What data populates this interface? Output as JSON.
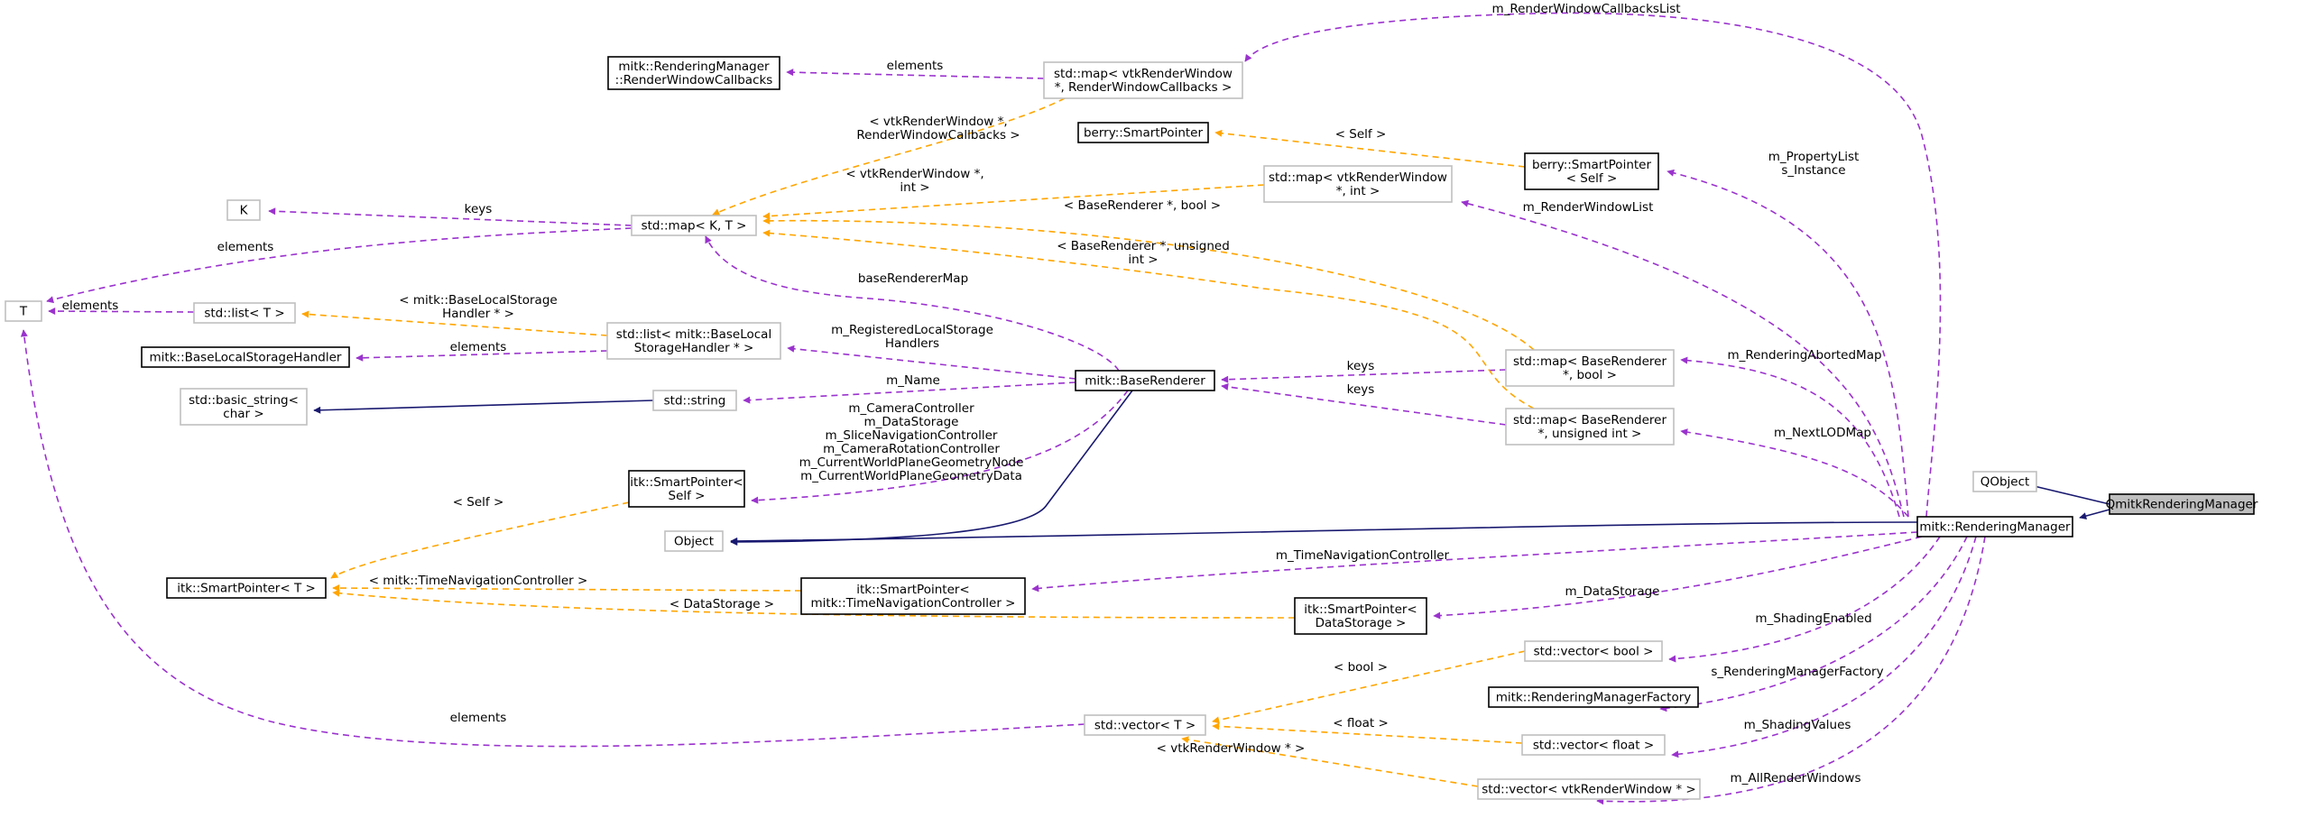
{
  "colors": {
    "usage_edge": "#9a32cd",
    "template_edge": "#ffa500",
    "inheritance_edge": "#191970",
    "highlight_fill": "#bfbfbf",
    "gray_border": "#bfbfbf"
  },
  "nodes": {
    "qmitk": {
      "lines": [
        "QmitkRenderingManager"
      ],
      "style": "highlight"
    },
    "qobject": {
      "lines": [
        "QObject"
      ],
      "style": "gray"
    },
    "rm": {
      "lines": [
        "mitk::RenderingManager"
      ],
      "style": "solid"
    },
    "rwc": {
      "lines": [
        "mitk::RenderingManager",
        "::RenderWindowCallbacks"
      ],
      "style": "solid"
    },
    "map_rwc": {
      "lines": [
        "std::map< vtkRenderWindow",
        " *, RenderWindowCallbacks >"
      ],
      "style": "gray"
    },
    "berry_sp": {
      "lines": [
        "berry::SmartPointer"
      ],
      "style": "solid"
    },
    "berry_sp_self": {
      "lines": [
        "berry::SmartPointer",
        "< Self >"
      ],
      "style": "solid"
    },
    "k": {
      "lines": [
        "K"
      ],
      "style": "gray"
    },
    "map_kt": {
      "lines": [
        "std::map< K, T >"
      ],
      "style": "gray"
    },
    "map_rw_int": {
      "lines": [
        "std::map< vtkRenderWindow",
        " *, int >"
      ],
      "style": "gray"
    },
    "t": {
      "lines": [
        "T"
      ],
      "style": "gray"
    },
    "list_t": {
      "lines": [
        "std::list< T >"
      ],
      "style": "gray"
    },
    "list_bls": {
      "lines": [
        "std::list< mitk::BaseLocal",
        "StorageHandler * >"
      ],
      "style": "gray"
    },
    "blsh": {
      "lines": [
        "mitk::BaseLocalStorageHandler"
      ],
      "style": "solid"
    },
    "base_renderer": {
      "lines": [
        "mitk::BaseRenderer"
      ],
      "style": "solid"
    },
    "map_br_bool": {
      "lines": [
        "std::map< BaseRenderer",
        " *, bool >"
      ],
      "style": "gray"
    },
    "basic_string": {
      "lines": [
        "std::basic_string<",
        " char >"
      ],
      "style": "gray"
    },
    "std_string": {
      "lines": [
        "std::string"
      ],
      "style": "gray"
    },
    "map_br_uint": {
      "lines": [
        "std::map< BaseRenderer",
        " *, unsigned int >"
      ],
      "style": "gray"
    },
    "itk_sp_self": {
      "lines": [
        "itk::SmartPointer<",
        " Self >"
      ],
      "style": "solid"
    },
    "object": {
      "lines": [
        "Object"
      ],
      "style": "gray"
    },
    "itk_sp_t": {
      "lines": [
        "itk::SmartPointer< T >"
      ],
      "style": "solid"
    },
    "itk_sp_tnc": {
      "lines": [
        "itk::SmartPointer<",
        " mitk::TimeNavigationController >"
      ],
      "style": "solid"
    },
    "itk_sp_ds": {
      "lines": [
        "itk::SmartPointer<",
        "DataStorage >"
      ],
      "style": "solid"
    },
    "vec_bool": {
      "lines": [
        "std::vector< bool >"
      ],
      "style": "gray"
    },
    "rmf": {
      "lines": [
        "mitk::RenderingManagerFactory"
      ],
      "style": "solid"
    },
    "vec_t": {
      "lines": [
        "std::vector< T >"
      ],
      "style": "gray"
    },
    "vec_float": {
      "lines": [
        "std::vector< float >"
      ],
      "style": "gray"
    },
    "vec_rw": {
      "lines": [
        "std::vector< vtkRenderWindow * >"
      ],
      "style": "gray"
    }
  },
  "edge_labels": {
    "rw_callbacks_list": [
      "m_RenderWindowCallbacksList"
    ],
    "elements_rwc": [
      "elements"
    ],
    "tmpl_rwc": [
      "< vtkRenderWindow *,",
      "RenderWindowCallbacks >"
    ],
    "self_berry": [
      "< Self >"
    ],
    "property_list": [
      "m_PropertyList",
      "s_Instance"
    ],
    "keys_k": [
      "keys"
    ],
    "tmpl_rw_int": [
      "< vtkRenderWindow *,",
      "int >"
    ],
    "render_window_list": [
      "m_RenderWindowList"
    ],
    "tmpl_br_bool": [
      "< BaseRenderer *, bool >"
    ],
    "elements_t_map": [
      "elements"
    ],
    "base_renderer_map": [
      "baseRendererMap"
    ],
    "tmpl_br_uint": [
      "< BaseRenderer *, unsigned",
      "int >"
    ],
    "elements_t_list": [
      "elements"
    ],
    "tmpl_bls": [
      "< mitk::BaseLocalStorage",
      "Handler * >"
    ],
    "registered_local_storage": [
      "m_RegisteredLocalStorage",
      "Handlers"
    ],
    "elements_blsh": [
      "elements"
    ],
    "rendering_aborted_map": [
      "m_RenderingAbortedMap"
    ],
    "keys_bool": [
      "keys"
    ],
    "m_name": [
      "m_Name"
    ],
    "keys_uint": [
      "keys"
    ],
    "next_lod_map": [
      "m_NextLODMap"
    ],
    "br_members": [
      "m_CameraController",
      "m_DataStorage",
      "m_SliceNavigationController",
      "m_CameraRotationController",
      "m_CurrentWorldPlaneGeometryNode",
      "m_CurrentWorldPlaneGeometryData"
    ],
    "self_itk": [
      "< Self >"
    ],
    "time_nav_controller": [
      "m_TimeNavigationController"
    ],
    "tmpl_tnc": [
      "< mitk::TimeNavigationController >"
    ],
    "tmpl_ds": [
      "< DataStorage >"
    ],
    "data_storage": [
      "m_DataStorage"
    ],
    "shading_enabled": [
      "m_ShadingEnabled"
    ],
    "tmpl_bool": [
      "< bool >"
    ],
    "rm_factory": [
      "s_RenderingManagerFactory"
    ],
    "elements_t_vec": [
      "elements"
    ],
    "shading_values": [
      "m_ShadingValues"
    ],
    "tmpl_float": [
      "< float >"
    ],
    "tmpl_vtk_rw": [
      "< vtkRenderWindow * >"
    ],
    "all_render_windows": [
      "m_AllRenderWindows"
    ]
  }
}
